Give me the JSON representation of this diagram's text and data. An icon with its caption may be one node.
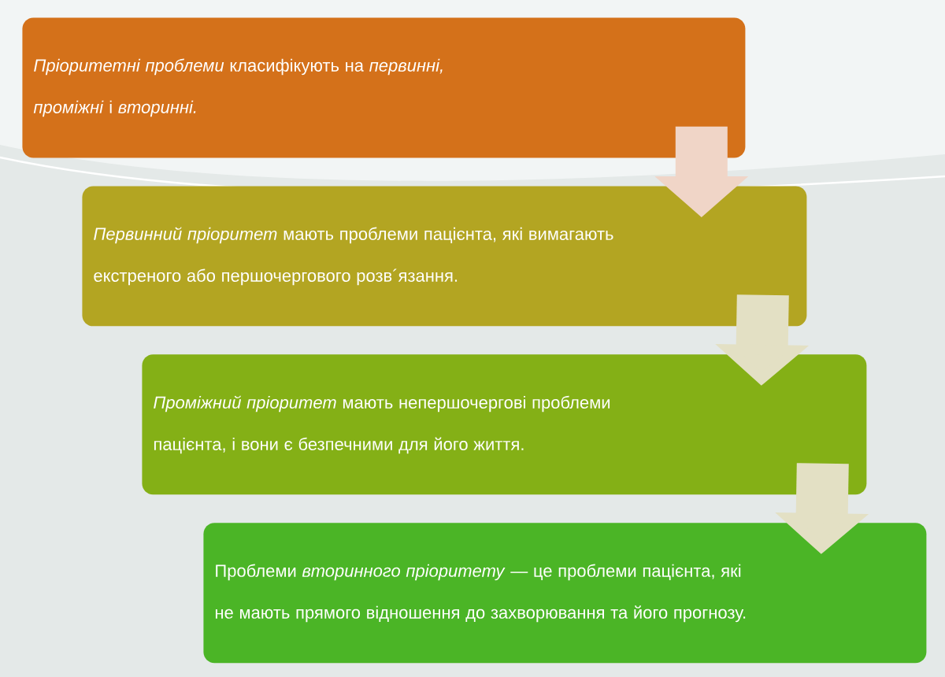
{
  "diagram": {
    "nodes": [
      {
        "text": [
          "*Пріоритетні проблеми* класифікують на *первинні, проміжні* і *вторинні.*"
        ]
      },
      {
        "text": [
          "*Первинний пріоритет* мають проблеми пацієнта, які вимагають екстреного або першочергового розв´язання."
        ]
      },
      {
        "text": [
          "*Проміжний пріоритет* мають непершочергові проблеми пацієнта, і вони є безпечними для його життя."
        ]
      },
      {
        "text": [
          "Проблеми *вторинного пріоритету* — це проблеми пацієнта, які не мають прямого відношення до захворювання та його прогнозу."
        ]
      }
    ],
    "edges": [
      {
        "from": 0,
        "to": 1,
        "arrow": "to",
        "color": "#f0d5c7"
      },
      {
        "from": 1,
        "to": 2,
        "arrow": "to"
      },
      {
        "from": 2,
        "to": 3,
        "arrow": "to"
      }
    ]
  }
}
